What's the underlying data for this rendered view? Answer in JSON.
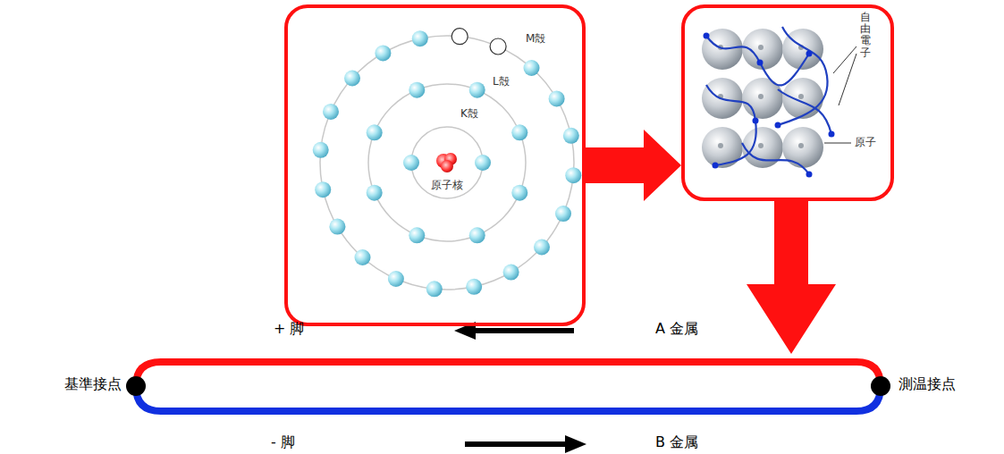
{
  "diagram": {
    "nodes": [
      {
        "text": [
          "M殻",
          "L殻",
          "K殻",
          "原子核"
        ]
      },
      {
        "text": [
          "自由電子",
          "原子"
        ]
      }
    ],
    "edges": [
      {
        "from": 0,
        "to": 1,
        "arrow": "to"
      }
    ],
    "labels": [
      "+ 脚",
      "A 金属",
      "基準接点",
      "測温接点",
      "- 脚",
      "B 金属"
    ]
  }
}
